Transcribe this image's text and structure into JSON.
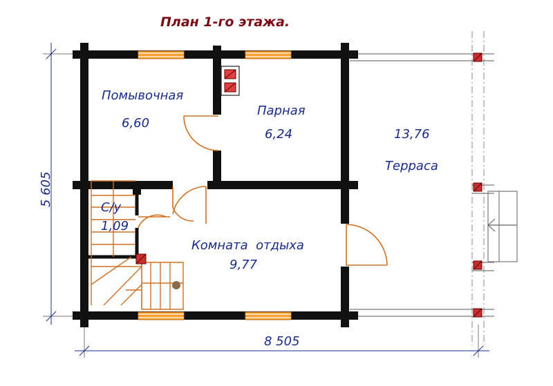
{
  "title": "План 1-го этажа.",
  "rooms": [
    {
      "name": "Помывочная",
      "area": "6,60"
    },
    {
      "name": "Парная",
      "area": "6,24"
    },
    {
      "name": "Терраса",
      "area": "13,76"
    },
    {
      "name": "С/у",
      "area": "1,09"
    },
    {
      "name": "Комната  отдыха",
      "area": "9,77"
    }
  ],
  "dimensions": {
    "height": "5 605",
    "width": "8 505"
  },
  "colors": {
    "title": "#7a0a14",
    "labels": "#1a2a8a",
    "walls": "#111111",
    "windows": "#f5a030",
    "doors": "#d07020",
    "posts": "#c83030"
  }
}
